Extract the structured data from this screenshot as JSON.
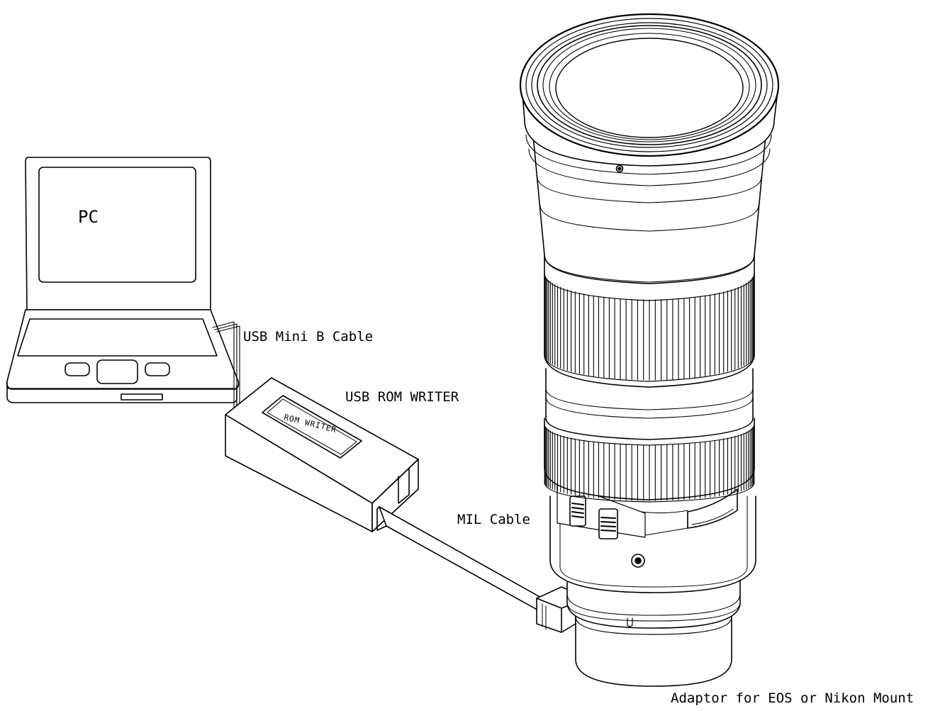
{
  "labels": {
    "pc": "PC",
    "usb_cable": "USB Mini B Cable",
    "rom_writer": "USB ROM WRITER",
    "rom_writer_screen": "ROM WRITER",
    "mil_cable": "MIL Cable",
    "adaptor": "Adaptor for EOS or Nikon Mount"
  },
  "colors": {
    "line": "#000000",
    "fill": "#ffffff"
  }
}
